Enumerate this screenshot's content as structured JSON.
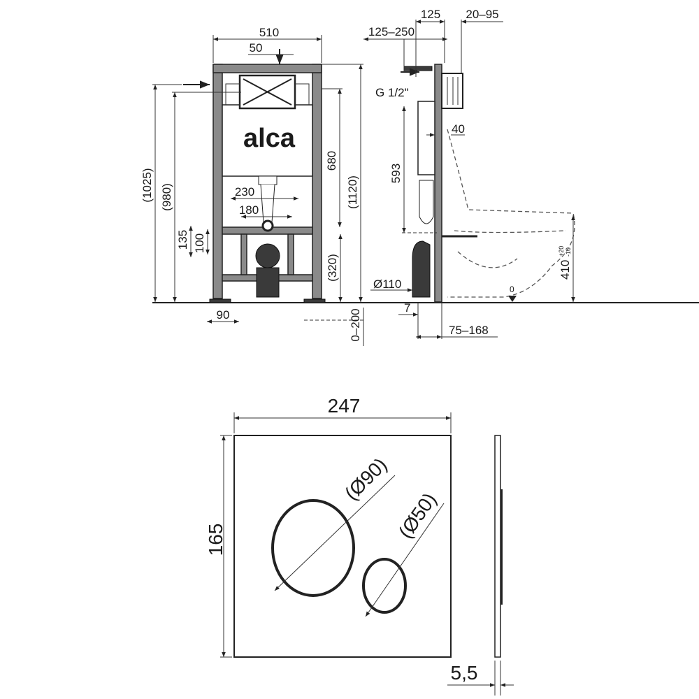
{
  "brand": "alca",
  "front_view": {
    "width": "510",
    "inlet_offset": "50",
    "height_1025": "(1025)",
    "height_980": "(980)",
    "height_680": "680",
    "height_1120": "(1120)",
    "spacing_230": "230",
    "spacing_180": "180",
    "dim_135": "135",
    "dim_100": "100",
    "height_320": "(320)",
    "foot_90": "90",
    "leg_extension": "0–200"
  },
  "side_view": {
    "depth_125": "125",
    "range_20_95": "20–95",
    "range_125_250": "125–250",
    "inlet_thread": "G 1/2\"",
    "dim_40": "40",
    "dim_593": "593",
    "seat_height": "410",
    "seat_tol_plus": "+20",
    "seat_tol_minus": "-10",
    "outlet_diameter": "Ø110",
    "dim_7": "7",
    "range_75_168": "75–168",
    "floor_zero": "0"
  },
  "flush_plate": {
    "width": "247",
    "height": "165",
    "big_button": "(Ø90)",
    "small_button": "(Ø50)",
    "thickness": "5,5"
  }
}
